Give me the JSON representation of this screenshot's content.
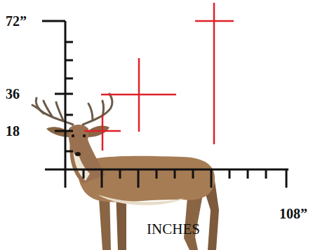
{
  "diagram": {
    "labels": [
      "72”",
      "36",
      "18",
      "INCHES",
      "108”"
    ]
  }
}
